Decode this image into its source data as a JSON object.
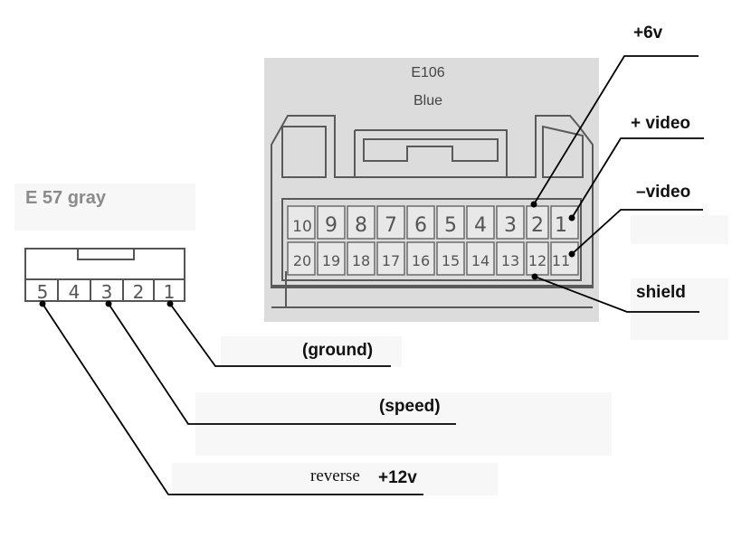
{
  "e106": {
    "code": "E106",
    "color": "Blue",
    "top_row": [
      "10",
      "9",
      "8",
      "7",
      "6",
      "5",
      "4",
      "3",
      "2",
      "1"
    ],
    "bottom_row": [
      "20",
      "19",
      "18",
      "17",
      "16",
      "15",
      "14",
      "13",
      "12",
      "11"
    ]
  },
  "e57": {
    "label": "E 57 gray",
    "pins": [
      "5",
      "4",
      "3",
      "2",
      "1"
    ]
  },
  "labels": {
    "plus6v": "+6v",
    "plus_video": "+ video",
    "minus_video": "–video",
    "shield": "shield",
    "ground": "(ground)",
    "speed": "(speed)",
    "reverse": "reverse",
    "plus12v": "+12v"
  }
}
